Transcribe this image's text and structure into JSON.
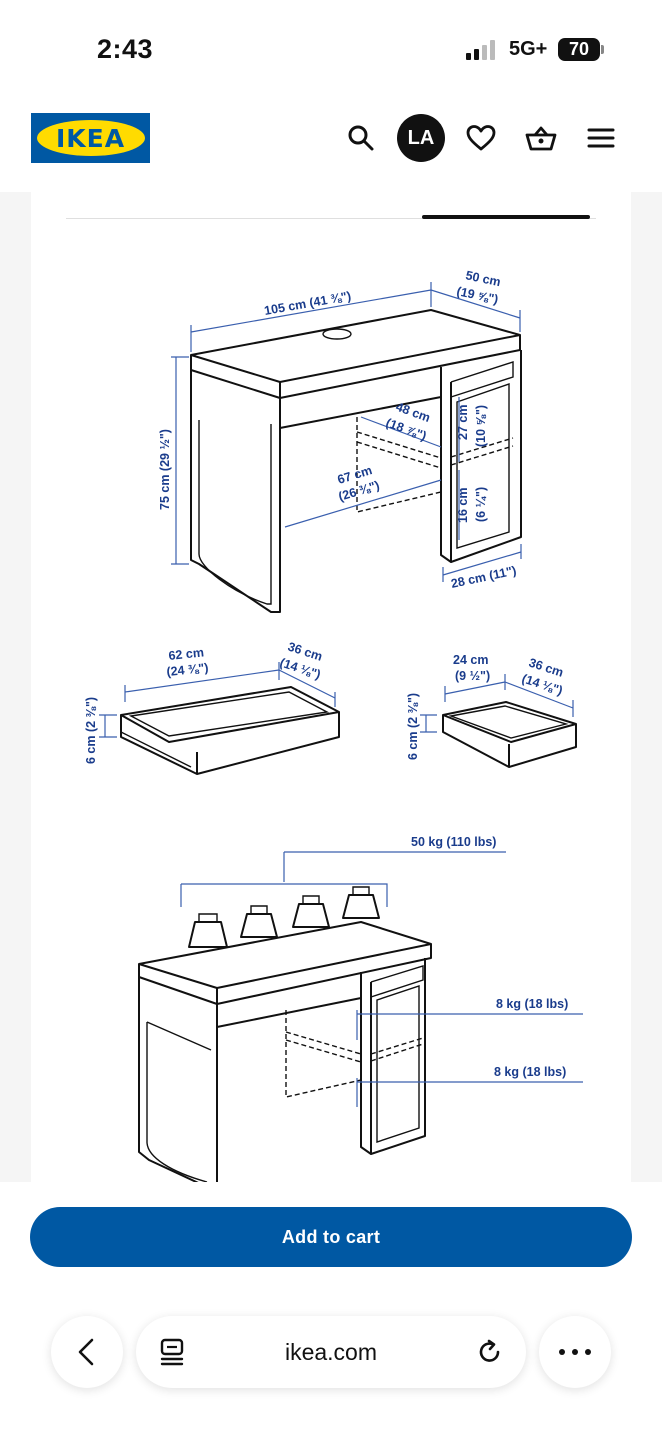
{
  "status": {
    "time": "2:43",
    "network": "5G+",
    "battery": "70"
  },
  "header": {
    "logo_text": "IKEA",
    "avatar_initials": "LA",
    "brand_color": "#0058a3",
    "logo_yellow": "#ffdb00",
    "icons": [
      "search-icon",
      "heart-icon",
      "basket-icon",
      "menu-icon"
    ]
  },
  "diagram": {
    "desk": {
      "width": "105 cm (41 ⅜\")",
      "depth": "50 cm",
      "depth_in": "(19 ⅝\")",
      "height": "75 cm (29 ½\")",
      "inner_depth": "48 cm",
      "inner_depth_in": "(18 ⅞\")",
      "leg_space": "67 cm",
      "leg_space_in": "(26 ⅜\")",
      "shelf_upper": "27 cm",
      "shelf_upper_in": "(10 ⅝\")",
      "shelf_lower": "16 cm",
      "shelf_lower_in": "(6 ¼\")",
      "cabinet_width": "28 cm (11\")"
    },
    "drawer_large": {
      "width": "62 cm",
      "width_in": "(24 ⅜\")",
      "depth": "36 cm",
      "depth_in": "(14 ⅛\")",
      "height": "6 cm (2 ⅜\")"
    },
    "drawer_small": {
      "width": "24 cm",
      "width_in": "(9 ½\")",
      "depth": "36 cm",
      "depth_in": "(14 ⅛\")",
      "height": "6 cm (2 ⅜\")"
    },
    "load": {
      "top": "50 kg (110 lbs)",
      "shelf_upper": "8 kg (18 lbs)",
      "shelf_lower": "8 kg (18 lbs)"
    }
  },
  "actions": {
    "add_to_cart": "Add to cart"
  },
  "browser": {
    "url": "ikea.com"
  }
}
